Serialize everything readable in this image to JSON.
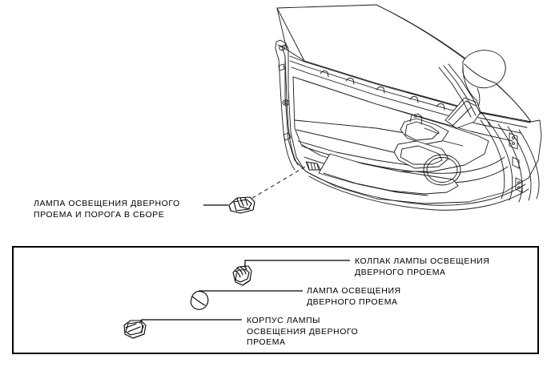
{
  "diagram": {
    "title": "Door courtesy and scuff plate lamp assembly",
    "stroke_color": "#1a1a1a",
    "fill_color": "#ffffff",
    "background": "#ffffff"
  },
  "callouts": {
    "assembly": {
      "line1": "ЛАМПА ОСВЕЩЕНИЯ ДВЕРНОГО",
      "line2": "ПРОЕМА И ПОРОГА В СБОРЕ"
    },
    "cap": {
      "line1": "КОЛПАК ЛАМПЫ ОСВЕЩЕНИЯ",
      "line2": "ДВЕРНОГО ПРОЕМА"
    },
    "bulb": {
      "line1": "ЛАМПА ОСВЕЩЕНИЯ",
      "line2": "ДВЕРНОГО ПРОЕМА"
    },
    "housing": {
      "line1": "КОРПУС ЛАМПЫ",
      "line2": "ОСВЕЩЕНИЯ ДВЕРНОГО",
      "line3": "ПРОЕМА"
    }
  },
  "parts": {
    "door_panel": "door-trim-panel",
    "lamp_assembly": "door-courtesy-lamp-assembly",
    "lamp_cap": "door-courtesy-lamp-cap",
    "lamp_bulb": "door-courtesy-lamp-bulb",
    "lamp_housing": "door-courtesy-lamp-housing",
    "mirror": "outside-rear-view-mirror",
    "speaker": "door-speaker-opening"
  }
}
